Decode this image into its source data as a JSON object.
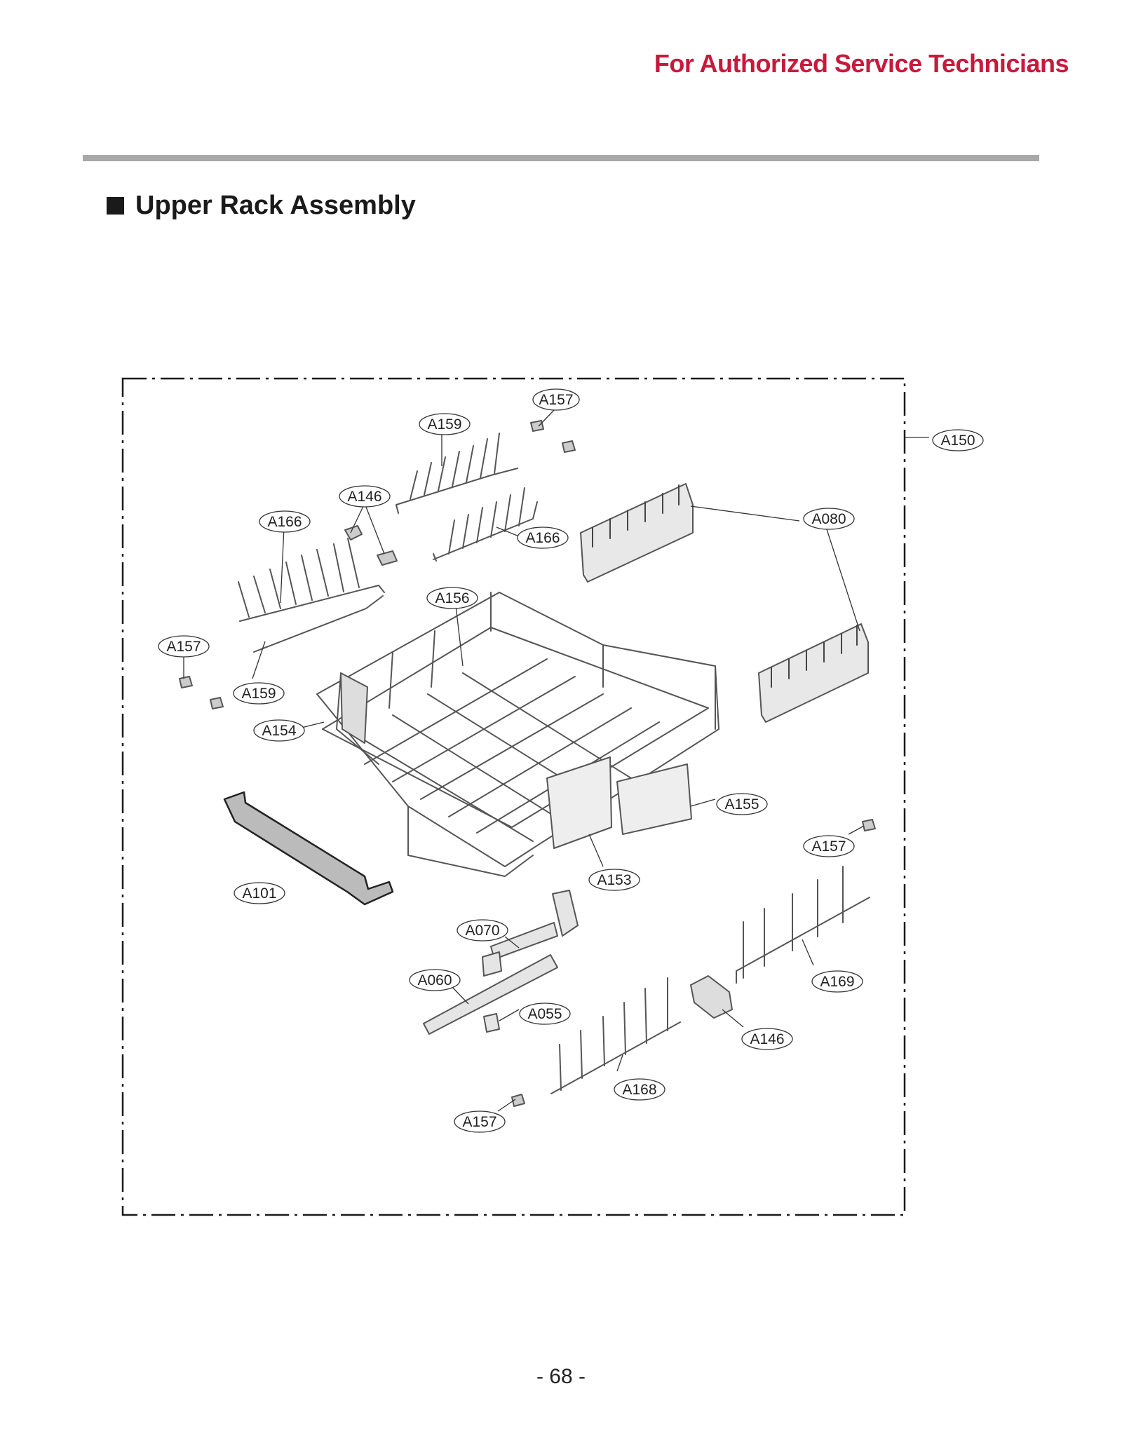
{
  "header_note": "For Authorized Service Technicians",
  "section_title": "Upper Rack Assembly",
  "page_number": "- 68 -",
  "colors": {
    "header_note": "#c8193c",
    "rule": "#a8a8a8",
    "frame": "#1a1a1a"
  },
  "callouts": {
    "a157_top": "A157",
    "a159_top": "A159",
    "a150": "A150",
    "a146_top": "A146",
    "a166_left": "A166",
    "a166_mid": "A166",
    "a080": "A080",
    "a156": "A156",
    "a157_left": "A157",
    "a159_left": "A159",
    "a154": "A154",
    "a155": "A155",
    "a157_right": "A157",
    "a153": "A153",
    "a101": "A101",
    "a070": "A070",
    "a060": "A060",
    "a055": "A055",
    "a169": "A169",
    "a146_bottom": "A146",
    "a168": "A168",
    "a157_bottom": "A157"
  }
}
